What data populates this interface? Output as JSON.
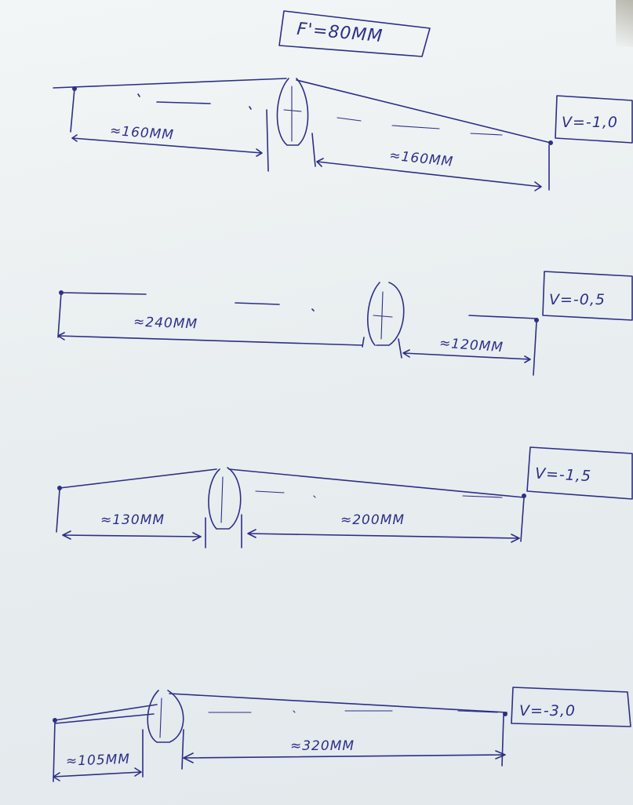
{
  "title": "F'=80MM",
  "setups": [
    {
      "magnification": "V=-1,0",
      "object_distance_label": "≈160MM",
      "image_distance_label": "≈160MM"
    },
    {
      "magnification": "V=-0,5",
      "object_distance_label": "≈240MM",
      "image_distance_label": "≈120MM"
    },
    {
      "magnification": "V=-1,5",
      "object_distance_label": "≈130MM",
      "image_distance_label": "≈200MM"
    },
    {
      "magnification": "V=-3,0",
      "object_distance_label": "≈105MM",
      "image_distance_label": "≈320MM"
    }
  ],
  "colors": {
    "ink": "#2d2f86",
    "paper": "#e9eef0"
  }
}
